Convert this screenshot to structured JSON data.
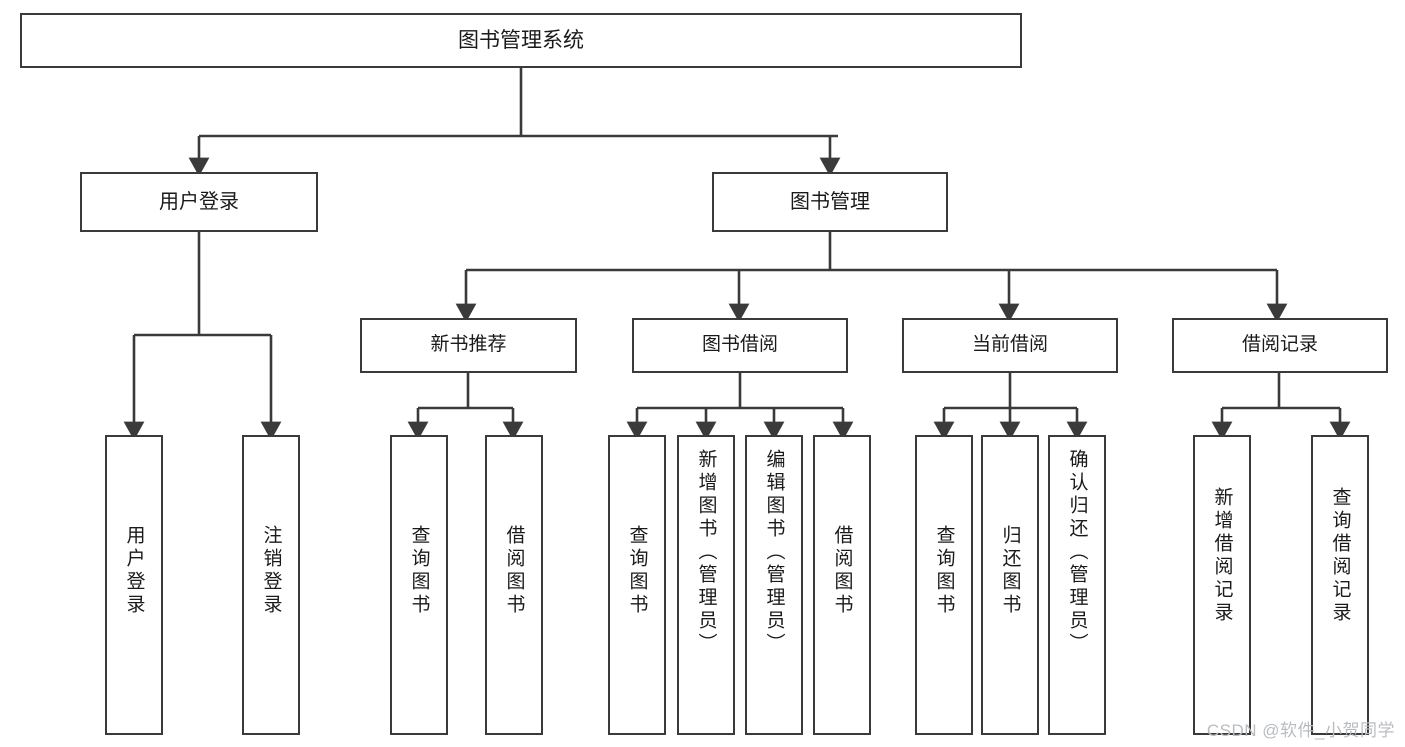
{
  "diagram": {
    "title_node": {
      "label": "图书管理系统"
    },
    "colors": {
      "stroke": "#3a3a3a",
      "node_fill": "#ffffff",
      "text": "#1a1a1a",
      "watermark": "#b9bcc0",
      "background": "#ffffff"
    },
    "level1": [
      {
        "id": "user-login",
        "label": "用户登录"
      },
      {
        "id": "book-management",
        "label": "图书管理"
      }
    ],
    "level2": [
      {
        "id": "new-book-recommend",
        "label": "新书推荐"
      },
      {
        "id": "book-borrow",
        "label": "图书借阅"
      },
      {
        "id": "current-borrow",
        "label": "当前借阅"
      },
      {
        "id": "borrow-record",
        "label": "借阅记录"
      }
    ],
    "leaves": {
      "user_login": [
        {
          "id": "leaf-user-login",
          "label": "用户登录"
        },
        {
          "id": "leaf-logout-login",
          "label": "注销登录"
        }
      ],
      "new_book_recommend": [
        {
          "id": "leaf-query-book-1",
          "label": "查询图书"
        },
        {
          "id": "leaf-borrow-book-1",
          "label": "借阅图书"
        }
      ],
      "book_borrow": [
        {
          "id": "leaf-query-book-2",
          "label": "查询图书"
        },
        {
          "id": "leaf-add-book",
          "label": "新增图书（管理员）"
        },
        {
          "id": "leaf-edit-book",
          "label": "编辑图书（管理员）"
        },
        {
          "id": "leaf-borrow-book-2",
          "label": "借阅图书"
        }
      ],
      "current_borrow": [
        {
          "id": "leaf-query-book-3",
          "label": "查询图书"
        },
        {
          "id": "leaf-return-book",
          "label": "归还图书"
        },
        {
          "id": "leaf-confirm-return",
          "label": "确认归还（管理员）"
        }
      ],
      "borrow_record": [
        {
          "id": "leaf-add-record",
          "label": "新增借阅记录"
        },
        {
          "id": "leaf-query-record",
          "label": "查询借阅记录"
        }
      ]
    }
  },
  "watermark": {
    "text": "CSDN @软件_小贺同学"
  }
}
